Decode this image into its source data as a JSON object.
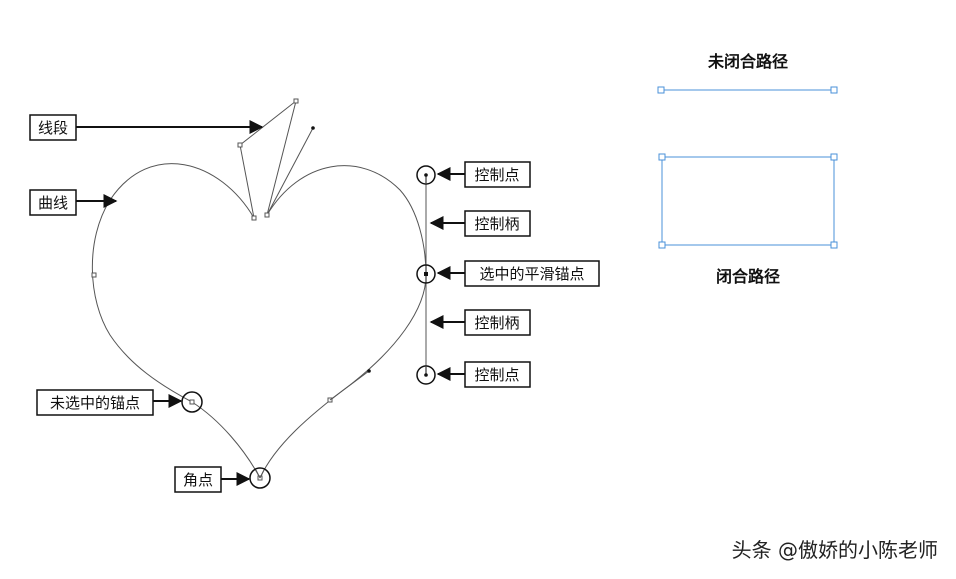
{
  "labels": {
    "segment": "线段",
    "curve": "曲线",
    "unselected_anchor": "未选中的锚点",
    "corner": "角点",
    "control_point_top": "控制点",
    "control_handle_top": "控制柄",
    "selected_smooth_anchor": "选中的平滑锚点",
    "control_handle_bottom": "控制柄",
    "control_point_bottom": "控制点"
  },
  "paths": {
    "open_title": "未闭合路径",
    "closed_title": "闭合路径"
  },
  "watermark": "头条 @傲娇的小陈老师",
  "colors": {
    "path_blue": "#4a90d9",
    "ink": "#111111",
    "curve_gray": "#555555"
  }
}
